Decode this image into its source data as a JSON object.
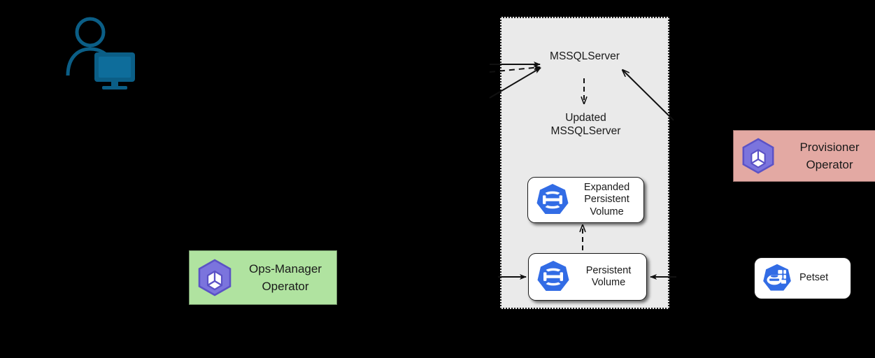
{
  "diagram": {
    "title_area": "kubernetes volume expansion flow",
    "background_color": "#000000",
    "namespace": {
      "name": "namespace-container",
      "fill": "#eaeaea",
      "border_style": "dotted"
    },
    "labels": {
      "mssqlserver": "MSSQLServer",
      "updated_mssqlserver": "Updated\nMSSQLServer"
    },
    "resources": [
      {
        "id": "expanded-persistent-volume",
        "label": "Expanded\nPersistent\nVolume",
        "icon": "k8s-persistent-volume-icon",
        "icon_color": "#326ce5",
        "fill": "#ffffff"
      },
      {
        "id": "persistent-volume",
        "label": "Persistent\nVolume",
        "icon": "k8s-persistent-volume-icon",
        "icon_color": "#326ce5",
        "fill": "#ffffff"
      },
      {
        "id": "petset",
        "label": "Petset",
        "icon": "k8s-petset-icon",
        "icon_color": "#326ce5",
        "fill": "#ffffff"
      }
    ],
    "operators": [
      {
        "id": "ops-manager-operator",
        "label": "Ops-Manager\nOperator",
        "icon": "operator-cube-icon",
        "icon_color": "#7b74dd",
        "fill": "#b0e3a0"
      },
      {
        "id": "provisioner-operator",
        "label": "Provisioner\nOperator",
        "icon": "operator-cube-icon",
        "icon_color": "#7b74dd",
        "fill": "#e3a9a3"
      }
    ],
    "actor": {
      "id": "user-at-computer",
      "icon": "user-with-monitor-icon",
      "color": "#0b5e86"
    },
    "edges": [
      {
        "id": "edge-user-to-mssqlserver",
        "style": "solid",
        "direction": "right"
      },
      {
        "id": "edge-dashed-to-mssqlserver",
        "style": "dashed",
        "direction": "right"
      },
      {
        "id": "edge-ops-manager-to-mssqlserver",
        "style": "solid",
        "direction": "up-right"
      },
      {
        "id": "edge-provisioner-to-mssqlserver",
        "style": "solid",
        "direction": "up-left"
      },
      {
        "id": "edge-pv-to-expanded-pv",
        "style": "dashed",
        "direction": "up"
      },
      {
        "id": "edge-ops-manager-to-pv",
        "style": "solid",
        "direction": "right"
      },
      {
        "id": "edge-petset-to-pv",
        "style": "solid",
        "direction": "left"
      }
    ]
  }
}
